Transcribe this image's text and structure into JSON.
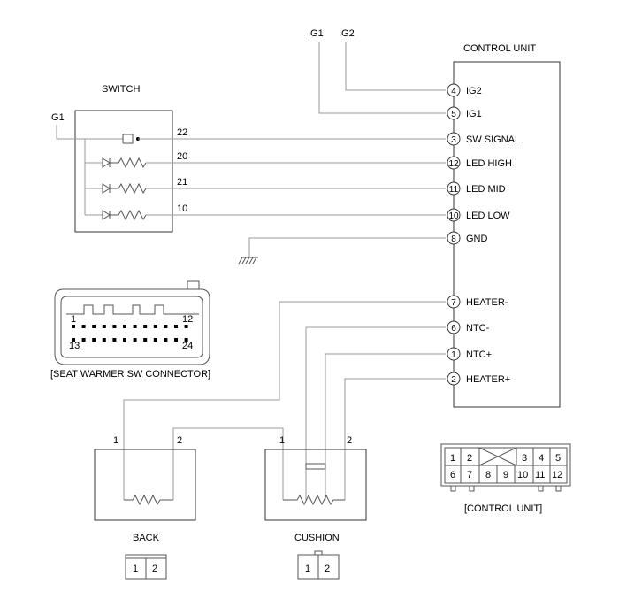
{
  "power": {
    "ig1": "IG1",
    "ig2": "IG2",
    "switch_ig1": "IG1"
  },
  "control_unit": {
    "title": "CONTROL UNIT",
    "pins": [
      {
        "num": "4",
        "label": "IG2"
      },
      {
        "num": "5",
        "label": "IG1"
      },
      {
        "num": "3",
        "label": "SW SIGNAL"
      },
      {
        "num": "12",
        "label": "LED HIGH"
      },
      {
        "num": "11",
        "label": "LED MID"
      },
      {
        "num": "10",
        "label": "LED LOW"
      },
      {
        "num": "8",
        "label": "GND"
      },
      {
        "num": "7",
        "label": "HEATER-"
      },
      {
        "num": "6",
        "label": "NTC-"
      },
      {
        "num": "1",
        "label": "NTC+"
      },
      {
        "num": "2",
        "label": "HEATER+"
      }
    ]
  },
  "switch": {
    "title": "SWITCH",
    "terminals": [
      "22",
      "20",
      "21",
      "10"
    ]
  },
  "seat_connector": {
    "caption": "[SEAT WARMER SW CONNECTOR]",
    "pin_first": "1",
    "pin_top_last": "12",
    "pin_bottom_first": "13",
    "pin_last": "24"
  },
  "back": {
    "title": "BACK",
    "pin_left": "1",
    "pin_right": "2",
    "conn_pins": [
      "1",
      "2"
    ]
  },
  "cushion": {
    "title": "CUSHION",
    "pin_left": "1",
    "pin_right": "2",
    "conn_pins": [
      "1",
      "2"
    ]
  },
  "cu_connector": {
    "caption": "[CONTROL UNIT]",
    "top_row": [
      "1",
      "2",
      "3",
      "4",
      "5"
    ],
    "bottom_row": [
      "6",
      "7",
      "8",
      "9",
      "10",
      "11",
      "12"
    ]
  }
}
